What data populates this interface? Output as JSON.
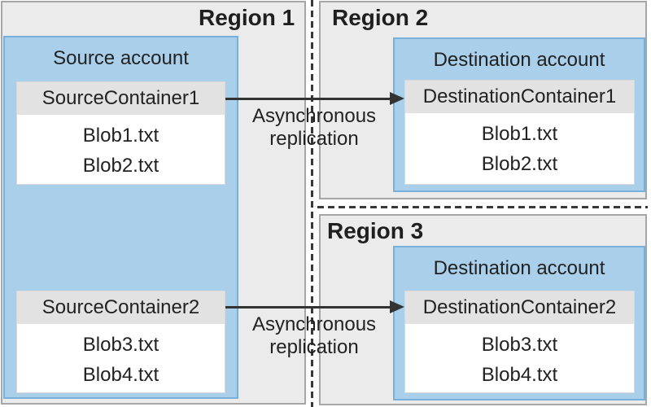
{
  "diagram": {
    "title_context": "Object replication between storage accounts across regions",
    "regions": [
      {
        "label": "Region 1"
      },
      {
        "label": "Region 2"
      },
      {
        "label": "Region 3"
      }
    ],
    "source_account": {
      "title": "Source account",
      "containers": [
        {
          "name": "SourceContainer1",
          "blobs": [
            "Blob1.txt",
            "Blob2.txt"
          ]
        },
        {
          "name": "SourceContainer2",
          "blobs": [
            "Blob3.txt",
            "Blob4.txt"
          ]
        }
      ]
    },
    "destination_accounts": [
      {
        "title": "Destination account",
        "container": {
          "name": "DestinationContainer1",
          "blobs": [
            "Blob1.txt",
            "Blob2.txt"
          ]
        }
      },
      {
        "title": "Destination account",
        "container": {
          "name": "DestinationContainer2",
          "blobs": [
            "Blob3.txt",
            "Blob4.txt"
          ]
        }
      }
    ],
    "arrows": [
      {
        "label": "Asynchronous\nreplication"
      },
      {
        "label": "Asynchronous\nreplication"
      }
    ],
    "colors": {
      "region_fill": "#EBEBEB",
      "region_border": "#A6A6A6",
      "account_fill": "#A9CFEA",
      "account_border": "#79AFD8",
      "container_header_fill": "#E2E2E2",
      "container_fill": "#FFFFFF",
      "line_color": "#333333",
      "text_color": "#222222"
    }
  }
}
